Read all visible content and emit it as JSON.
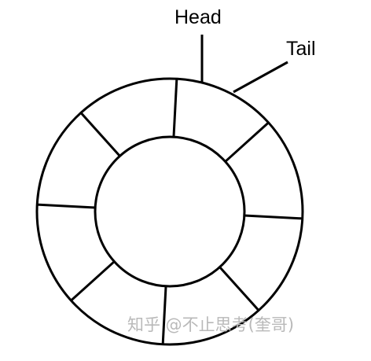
{
  "diagram": {
    "head_label": "Head",
    "tail_label": "Tail",
    "slot_count": 8
  },
  "watermark": {
    "text": "知乎 @不止思考(奎哥)"
  }
}
